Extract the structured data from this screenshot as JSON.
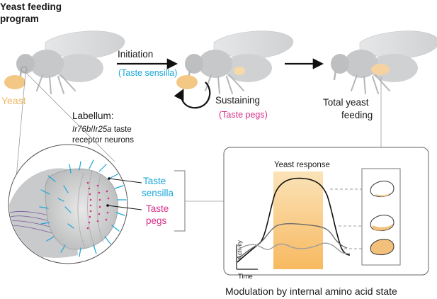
{
  "title": "Yeast feeding\nprogram",
  "labels": {
    "yeast": "Yeast",
    "initiation": "Initiation",
    "taste_sensilla_paren": "(Taste sensilla)",
    "sustaining": "Sustaining",
    "taste_pegs_paren": "(Taste pegs)",
    "total_yeast_feeding": "Total yeast\nfeeding",
    "labellum": "Labellum:",
    "ir_line_a": "Ir76b",
    "ir_line_sep": "/",
    "ir_line_b": "Ir25a",
    "ir_line_rest": " taste",
    "receptor_neurons": "receptor neurons",
    "taste_sensilla": "Taste\nsensilla",
    "taste_pegs": "Taste\npegs",
    "yeast_response": "Yeast response",
    "activity": "Activity",
    "time": "Time",
    "modulation": "Modulation by internal amino acid state"
  },
  "colors": {
    "yeast": "#f3c784",
    "cyan": "#1aa6d8",
    "magenta": "#d6308a",
    "fly_body": "#c9cbcc",
    "fly_wing": "#dfe0e1",
    "response_band": "#f8c878",
    "text": "#1a1a1a"
  },
  "icons": [
    "fly-icon",
    "yeast-drop-icon",
    "labellum-icon",
    "abdomen-icon"
  ]
}
